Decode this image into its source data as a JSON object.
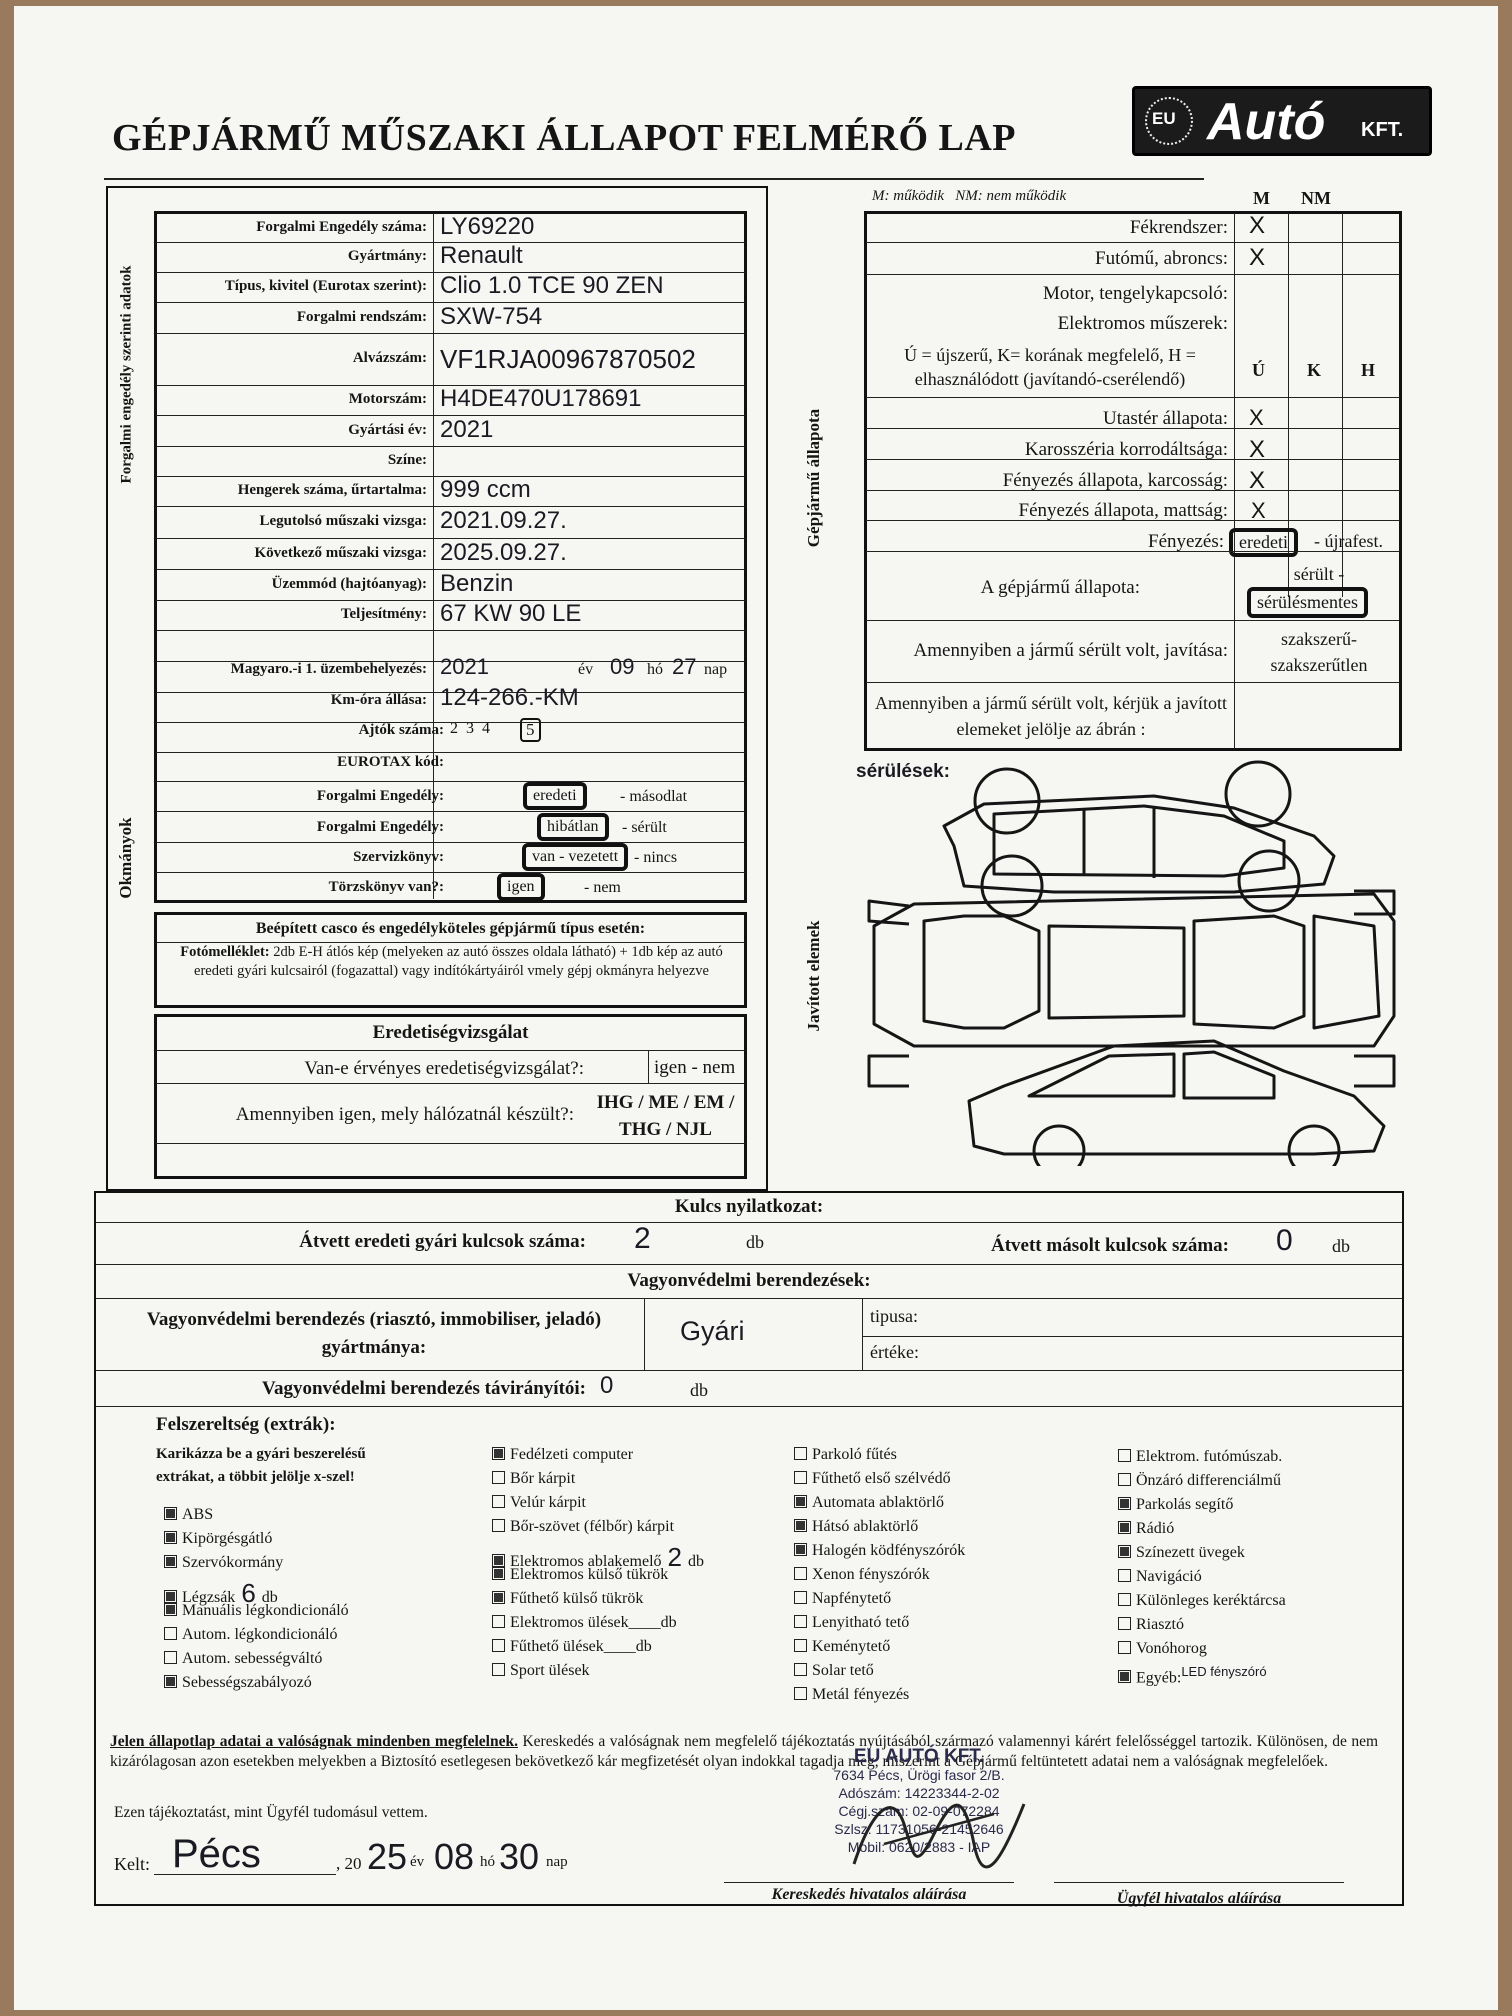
{
  "title": "GÉPJÁRMŰ MŰSZAKI ÁLLAPOT FELMÉRŐ LAP",
  "logo": {
    "badge": "EU",
    "brand": "Autó",
    "suffix": "KFT."
  },
  "side_labels": {
    "registration": "Forgalmi engedély szerinti adatok",
    "documents": "Okmányok",
    "condition": "Gépjármű állapota",
    "repaired": "Javított elemek"
  },
  "vehicle": {
    "rows": [
      {
        "label": "Forgalmi Engedély száma:",
        "value": "LY69220"
      },
      {
        "label": "Gyártmány:",
        "value": "Renault"
      },
      {
        "label": "Típus, kivitel (Eurotax szerint):",
        "value": "Clio  1.0 TCE 90 ZEN"
      },
      {
        "label": "Forgalmi rendszám:",
        "value": "SXW-754"
      },
      {
        "label": "Alvázszám:",
        "value": "VF1RJA00967870502"
      },
      {
        "label": "Motorszám:",
        "value": "H4DE470U178691"
      },
      {
        "label": "Gyártási év:",
        "value": "2021"
      },
      {
        "label": "Színe:",
        "value": ""
      },
      {
        "label": "Hengerek száma, űrtartalma:",
        "value": "999 ccm"
      },
      {
        "label": "Legutolsó műszaki vizsga:",
        "value": "2021.09.27."
      },
      {
        "label": "Következő műszaki vizsga:",
        "value": "2025.09.27."
      },
      {
        "label": "Üzemmód (hajtóanyag):",
        "value": "Benzin"
      },
      {
        "label": "Teljesítmény:",
        "value": "67 KW 90 LE"
      }
    ],
    "first_reg": {
      "label": "Magyaro.-i 1. üzembehelyezés:",
      "year": "2021",
      "ev": "év",
      "month": "09",
      "ho": "hó",
      "day": "27",
      "nap": "nap"
    },
    "km": {
      "label": "Km-óra állása:",
      "value": "124-266.-KM"
    },
    "doors": {
      "label": "Ajtók száma:",
      "options": "2  3  4",
      "selected": "5"
    },
    "eurotax": {
      "label": "EUROTAX kód:"
    },
    "docs": [
      {
        "label": "Forgalmi Engedély:",
        "selected": "eredeti",
        "rest": " - másodlat"
      },
      {
        "label": "Forgalmi Engedély:",
        "selected": "hibátlan",
        "rest": " - sérült"
      },
      {
        "label": "Szervizkönyv:",
        "selected": "van - vezetett",
        "rest": " - nincs"
      },
      {
        "label": "Törzskönyv van?:",
        "selected": "igen",
        "rest": " - nem"
      }
    ]
  },
  "casco": {
    "title": "Beépített casco és engedélyköteles gépjármű típus esetén:",
    "lead": "Fotómelléklet:",
    "text": "2db E-H átlós kép (melyeken az autó összes oldala látható) + 1db kép az autó eredeti gyári kulcsairól (fogazattal) vagy indítókártyáiról vmely gépj okmányra helyezve"
  },
  "origin": {
    "title": "Eredetiségvizsgálat",
    "q1": "Van-e érvényes eredetiségvizsgálat?:",
    "a1": "igen - nem",
    "q2": "Amennyiben igen, mely hálózatnál készült?:",
    "a2a": "IHG / ME / EM /",
    "a2b": "THG / NJL"
  },
  "condition": {
    "legend": "M: működik   NM: nem működik",
    "col_m": "M",
    "col_nm": "NM",
    "brakes": "Fékrendszer:",
    "tyres": "Futómű, abroncs:",
    "motor": "Motor, tengelykapcsoló:",
    "electric": "Elektromos műszerek:",
    "note": "Ú = újszerű, K= korának megfelelő, H = elhasználódott (javítandó-cserélendő)",
    "col_u": "Ú",
    "col_k": "K",
    "col_h": "H",
    "interior": "Utastér állapota:",
    "corrosion": "Karosszéria korrodáltsága:",
    "gloss": "Fényezés állapota, karcosság:",
    "matt": "Fényezés állapota, mattság:",
    "paint_label": "Fényezés:",
    "paint_sel": "eredeti",
    "paint_rest": "- újrafest.",
    "state_label": "A gépjármű állapota:",
    "state_opt": "sérült -",
    "state_sel": "sérülésmentes",
    "repair_label": "Amennyiben a jármű sérült volt, javítása:",
    "repair_a": "szakszerű-",
    "repair_b": "szakszerűtlen",
    "mark_label": "Amennyiben a jármű sérült volt, kérjük a javított elemeket jelölje az ábrán :",
    "mark": "X"
  },
  "damage_label": "sérülések:",
  "keys": {
    "title": "Kulcs nyilatkozat:",
    "orig_label": "Átvett eredeti gyári kulcsok száma:",
    "orig": "2",
    "db": "db",
    "copy_label": "Átvett másolt kulcsok száma:",
    "copy": "0"
  },
  "security": {
    "title": "Vagyonvédelmi berendezések:",
    "maker_label": "Vagyonvédelmi berendezés (riasztó, immobiliser, jeladó) gyártmánya:",
    "maker": "Gyári",
    "type_label": "tipusa:",
    "value_label": "értéke:",
    "remote_label": "Vagyonvédelmi berendezés távirányítói:",
    "remote": "0",
    "db": "db"
  },
  "extras": {
    "title": "Felszereltség (extrák):",
    "instr": "Karikázza be a gyári beszerelésű extrákat, a többit jelölje x-szel!",
    "col1": [
      {
        "t": "ABS",
        "on": true
      },
      {
        "t": "Kipörgésgátló",
        "on": true
      },
      {
        "t": "Szervókormány",
        "on": true
      },
      {
        "t": "Légzsák",
        "on": true,
        "n": "6",
        "u": "db"
      },
      {
        "t": "Manuális légkondicionáló",
        "on": true
      },
      {
        "t": "Autom. légkondicionáló",
        "on": false
      },
      {
        "t": "Autom. sebességváltó",
        "on": false
      },
      {
        "t": "Sebességszabályozó",
        "on": true
      }
    ],
    "col2": [
      {
        "t": "Fedélzeti computer",
        "on": true
      },
      {
        "t": "Bőr kárpit",
        "on": false
      },
      {
        "t": "Velúr kárpit",
        "on": false
      },
      {
        "t": "Bőr-szövet (félbőr) kárpit",
        "on": false
      },
      {
        "t": "Elektromos ablakemelő",
        "on": true,
        "n": "2",
        "u": "db"
      },
      {
        "t": "Elektromos külső tükrök",
        "on": true
      },
      {
        "t": "Fűthető külső tükrök",
        "on": true
      },
      {
        "t": "Elektromos ülések____db",
        "on": false
      },
      {
        "t": "Fűthető ülések____db",
        "on": false
      },
      {
        "t": "Sport ülések",
        "on": false
      }
    ],
    "col3": [
      {
        "t": "Parkoló fűtés",
        "on": false
      },
      {
        "t": "Fűthető első szélvédő",
        "on": false
      },
      {
        "t": "Automata ablaktörlő",
        "on": true
      },
      {
        "t": "Hátsó ablaktörlő",
        "on": true
      },
      {
        "t": "Halogén ködfényszórók",
        "on": true
      },
      {
        "t": "Xenon fényszórók",
        "on": false
      },
      {
        "t": "Napfénytető",
        "on": false
      },
      {
        "t": "Lenyitható tető",
        "on": false
      },
      {
        "t": "Keménytető",
        "on": false
      },
      {
        "t": "Solar tető",
        "on": false
      },
      {
        "t": "Metál fényezés",
        "on": false
      }
    ],
    "col4": [
      {
        "t": "Elektrom. futómúszab.",
        "on": false
      },
      {
        "t": "Önzáró differenciálmű",
        "on": false
      },
      {
        "t": "Parkolás segítő",
        "on": true
      },
      {
        "t": "Rádió",
        "on": true
      },
      {
        "t": "Színezett üvegek",
        "on": true
      },
      {
        "t": "Navigáció",
        "on": false
      },
      {
        "t": "Különleges keréktárcsa",
        "on": false
      },
      {
        "t": "Riasztó",
        "on": false
      },
      {
        "t": "Vonóhorog",
        "on": false
      },
      {
        "t": "Egyéb:",
        "on": true,
        "extra": "LED fényszóró"
      }
    ]
  },
  "declaration": {
    "lead": "Jelen állapotlap adatai a valóságnak mindenben megfelelnek.",
    "body": " Kereskedés a valóságnak nem megfelelő tájékoztatás nyújtásából származó valamennyi kárért felelősséggel tartozik. Különösen, de nem kizárólagosan azon esetekben melyekben a Biztosító esetlegesen bekövetkező kár megfizetését olyan indokkal tagadja meg, miszerint a Gépjármű feltüntetett adatai nem a valóságnak megfelelőek.",
    "ack": "Ezen tájékoztatást, mint Ügyfél tudomásul vettem."
  },
  "signoff": {
    "kelt": "Kelt:",
    "place": "Pécs",
    "yr_pre": ", 20",
    "yr": "25",
    "ev": "év",
    "month": "08",
    "ho": "hó",
    "day": "30",
    "nap": "nap"
  },
  "stamp": {
    "l1": "EU AUTÓ KFT.",
    "l2": "7634 Pécs, Ürögi fasor 2/B.",
    "l3": "Adószám: 14223344-2-02",
    "l4": "Cégj.szám: 02-09-072284",
    "l5": "Szlsz: 11731056-21452646",
    "l6": "Mobil: 0620/2883 - IAP"
  },
  "sig_dealer": "Kereskedés hivatalos aláírása",
  "sig_client": "Ügyfél hivatalos aláírása"
}
